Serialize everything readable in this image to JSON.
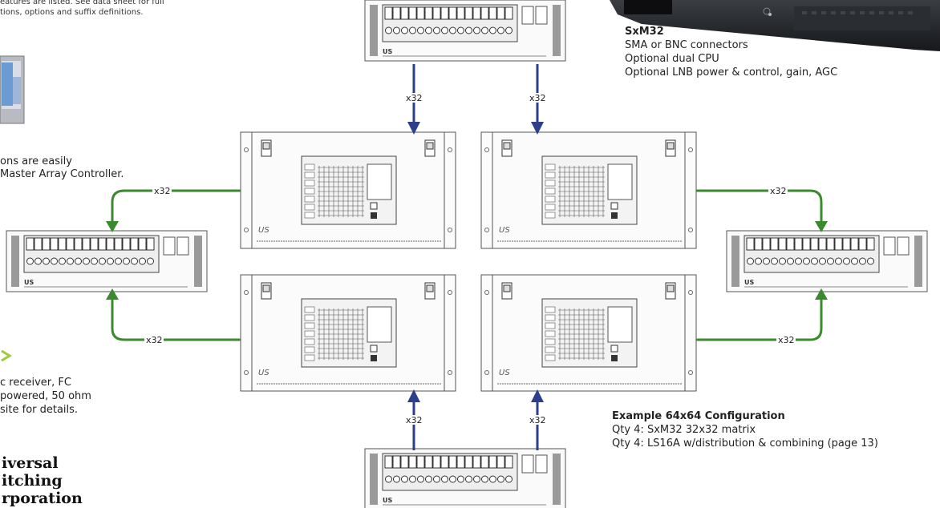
{
  "top_left_note": {
    "line1": "eatures are listed. See data sheet for full",
    "line2": "tions, options and suffix definitions."
  },
  "mac_note": {
    "line1": "ons are easily",
    "line2": "Master Array Controller."
  },
  "receiver_note": {
    "line1": "c receiver, FC",
    "line2": "powered, 50 ohm",
    "line3": "site for details."
  },
  "company_logo": {
    "line1": "iversal",
    "line2": "itching",
    "line3": "rporation"
  },
  "sxm32": {
    "title": "SxM32",
    "features": [
      "SMA or BNC connectors",
      "Optional dual CPU",
      "Optional LNB power & control, gain, AGC"
    ]
  },
  "example": {
    "title": "Example 64x64 Configuration",
    "lines": [
      "Qty 4: SxM32 32x32 matrix",
      "Qty 4: LS16A w/distribution & combining (page 13)"
    ]
  },
  "connections": {
    "label": "x32",
    "line_color": "#3a8a2e",
    "arrow_color": "#2b3f8c"
  },
  "device_badge": "US"
}
